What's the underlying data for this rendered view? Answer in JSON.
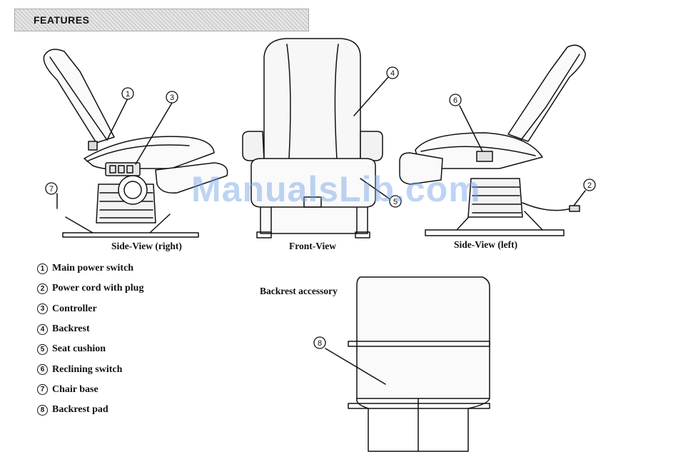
{
  "header": {
    "title": "FEATURES"
  },
  "views": {
    "side_right": "Side-View (right)",
    "front": "Front-View",
    "side_left": "Side-View (left)"
  },
  "callouts": [
    "1",
    "2",
    "3",
    "4",
    "5",
    "6",
    "7",
    "8"
  ],
  "legend": [
    {
      "num": "1",
      "label": "Main power switch"
    },
    {
      "num": "2",
      "label": "Power cord with plug"
    },
    {
      "num": "3",
      "label": "Controller"
    },
    {
      "num": "4",
      "label": "Backrest"
    },
    {
      "num": "5",
      "label": "Seat cushion"
    },
    {
      "num": "6",
      "label": "Reclining switch"
    },
    {
      "num": "7",
      "label": "Chair base"
    },
    {
      "num": "8",
      "label": "Backrest pad"
    }
  ],
  "accessory": {
    "label": "Backrest accessory"
  },
  "watermark": "ManualsLib.com"
}
